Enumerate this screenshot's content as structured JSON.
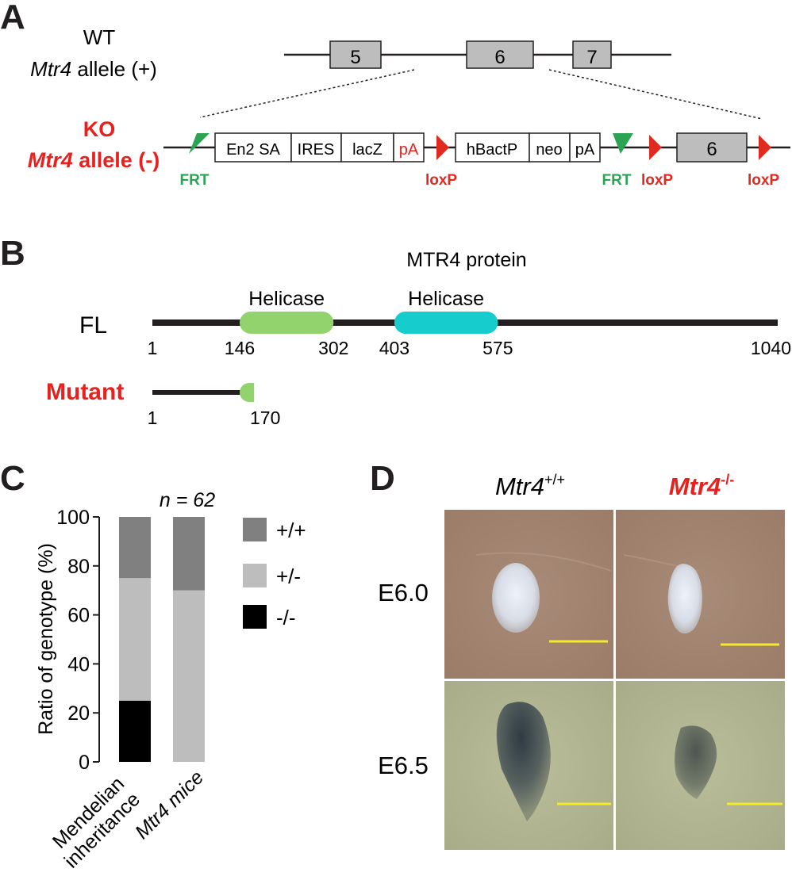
{
  "panels": {
    "a": "A",
    "b": "B",
    "c": "C",
    "d": "D"
  },
  "panel_a": {
    "wt_line1": "WT",
    "wt_gene": "Mtr4",
    "wt_suffix": " allele (+)",
    "ko_line1": "KO",
    "ko_gene": "Mtr4",
    "ko_suffix": " allele (-)",
    "exons": [
      "5",
      "6",
      "7"
    ],
    "ko_exon": "6",
    "cassette": [
      "En2 SA",
      "IRES",
      "lacZ",
      "pA",
      "hBactP",
      "neo",
      "pA"
    ],
    "site_labels": [
      "FRT",
      "loxP",
      "FRT",
      "loxP",
      "loxP"
    ],
    "colors": {
      "frt": "#2aa353",
      "loxp": "#e02a20",
      "exon_fill": "#bdbdbd",
      "ko_text": "#e8201e"
    }
  },
  "panel_b": {
    "title": "MTR4 protein",
    "fl_label": "FL",
    "mutant_label": "Mutant",
    "domains": [
      {
        "label": "Helicase",
        "start": 146,
        "end": 302,
        "color": "#92d36e"
      },
      {
        "label": "Helicase",
        "start": 403,
        "end": 575,
        "color": "#16cccc"
      }
    ],
    "fl_ticks": [
      "1",
      "146",
      "302",
      "403",
      "575",
      "1040"
    ],
    "mutant_ticks": [
      "1",
      "170"
    ],
    "fl_length": 1040,
    "mutant_length": 170
  },
  "chart_data": {
    "type": "bar",
    "stacked": true,
    "categories": [
      "Mendelian inheritance",
      "Mtr4 mice"
    ],
    "category_lines": [
      [
        "Mendelian",
        "inheritance"
      ],
      [
        "Mtr4 mice"
      ]
    ],
    "annotation": "n = 62",
    "ylabel": "Ratio of genotype (%)",
    "ylim": [
      0,
      100
    ],
    "yticks": [
      "0",
      "20",
      "40",
      "60",
      "80",
      "100"
    ],
    "series": [
      {
        "name": "-/-",
        "values": [
          25,
          0
        ],
        "color": "#000000"
      },
      {
        "name": "+/-",
        "values": [
          50,
          70
        ],
        "color": "#bdbdbd"
      },
      {
        "name": "+/+",
        "values": [
          25,
          30
        ],
        "color": "#808080"
      }
    ],
    "legend_order": [
      "+/+",
      "+/-",
      "-/-"
    ],
    "legend": "right"
  },
  "panel_d": {
    "col1_gene": "Mtr4",
    "col1_sup": "+/+",
    "col2_gene": "Mtr4",
    "col2_sup": "-/-",
    "rows": [
      "E6.0",
      "E6.5"
    ],
    "scale_bar_color": "#f2ea2a"
  }
}
